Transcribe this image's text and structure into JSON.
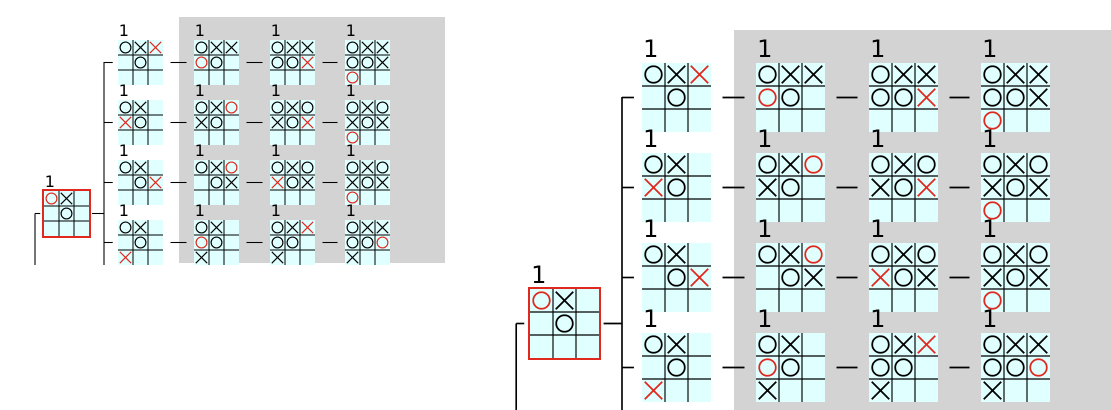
{
  "colors": {
    "cell_bg": "#e0ffff",
    "gray_panel": "#d3d3d3",
    "grid_line": "#000000",
    "highlight": "#e0281e",
    "root_border": "#e0281e"
  },
  "move_count_label": "1",
  "root_board": [
    "O",
    "X",
    "",
    "",
    "O",
    "",
    "",
    "",
    ""
  ],
  "root_last_move": 0,
  "rows": [
    {
      "boards": [
        {
          "cells": [
            "O",
            "X",
            "X",
            "",
            "O",
            "",
            "",
            "",
            ""
          ],
          "last": 2
        },
        {
          "cells": [
            "O",
            "X",
            "X",
            "O",
            "O",
            "",
            "",
            "",
            ""
          ],
          "last": 3
        },
        {
          "cells": [
            "O",
            "X",
            "X",
            "O",
            "O",
            "X",
            "",
            "",
            ""
          ],
          "last": 5
        },
        {
          "cells": [
            "O",
            "X",
            "X",
            "O",
            "O",
            "X",
            "O",
            "",
            ""
          ],
          "last": 6
        }
      ]
    },
    {
      "boards": [
        {
          "cells": [
            "O",
            "X",
            "",
            "X",
            "O",
            "",
            "",
            "",
            ""
          ],
          "last": 3
        },
        {
          "cells": [
            "O",
            "X",
            "O",
            "X",
            "O",
            "",
            "",
            "",
            ""
          ],
          "last": 2
        },
        {
          "cells": [
            "O",
            "X",
            "O",
            "X",
            "O",
            "X",
            "",
            "",
            ""
          ],
          "last": 5
        },
        {
          "cells": [
            "O",
            "X",
            "O",
            "X",
            "O",
            "X",
            "O",
            "",
            ""
          ],
          "last": 6
        }
      ]
    },
    {
      "boards": [
        {
          "cells": [
            "O",
            "X",
            "",
            "",
            "O",
            "X",
            "",
            "",
            ""
          ],
          "last": 5
        },
        {
          "cells": [
            "O",
            "X",
            "O",
            "",
            "O",
            "X",
            "",
            "",
            ""
          ],
          "last": 2
        },
        {
          "cells": [
            "O",
            "X",
            "O",
            "X",
            "O",
            "X",
            "",
            "",
            ""
          ],
          "last": 3
        },
        {
          "cells": [
            "O",
            "X",
            "O",
            "X",
            "O",
            "X",
            "O",
            "",
            ""
          ],
          "last": 6
        }
      ]
    },
    {
      "boards": [
        {
          "cells": [
            "O",
            "X",
            "",
            "",
            "O",
            "",
            "X",
            "",
            ""
          ],
          "last": 6
        },
        {
          "cells": [
            "O",
            "X",
            "",
            "O",
            "O",
            "",
            "X",
            "",
            ""
          ],
          "last": 3
        },
        {
          "cells": [
            "O",
            "X",
            "X",
            "O",
            "O",
            "",
            "X",
            "",
            ""
          ],
          "last": 2
        },
        {
          "cells": [
            "O",
            "X",
            "X",
            "O",
            "O",
            "O",
            "X",
            "",
            ""
          ],
          "last": 5
        }
      ]
    }
  ]
}
